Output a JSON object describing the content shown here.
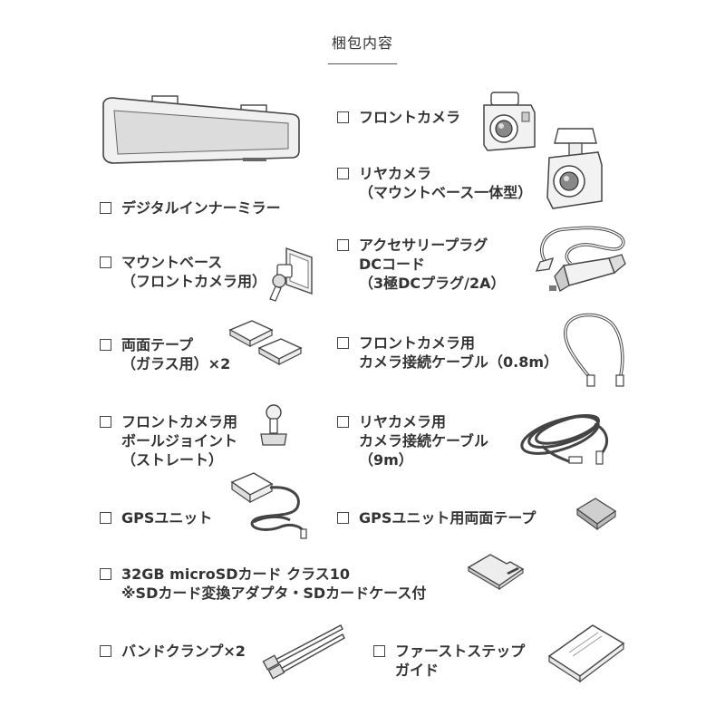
{
  "title": "梱包内容",
  "items": [
    {
      "lines": [
        "デジタルインナーミラー"
      ],
      "icon": "inner-mirror-icon"
    },
    {
      "lines": [
        "フロントカメラ"
      ],
      "icon": "front-camera-icon"
    },
    {
      "lines": [
        "リヤカメラ",
        "（マウントベース一体型）"
      ],
      "icon": "rear-camera-icon"
    },
    {
      "lines": [
        "マウントベース",
        "（フロントカメラ用）"
      ],
      "icon": "mount-base-icon"
    },
    {
      "lines": [
        "アクセサリープラグ",
        "DCコード",
        "（3極DCプラグ/2A）"
      ],
      "icon": "accessory-plug-cord-icon"
    },
    {
      "lines": [
        "両面テープ",
        "（ガラス用）×2"
      ],
      "icon": "double-sided-tape-icon"
    },
    {
      "lines": [
        "フロントカメラ用",
        "カメラ接続ケーブル（0.8m）"
      ],
      "icon": "short-cable-icon"
    },
    {
      "lines": [
        "フロントカメラ用",
        "ボールジョイント",
        "（ストレート）"
      ],
      "icon": "ball-joint-icon"
    },
    {
      "lines": [
        "リヤカメラ用",
        "カメラ接続ケーブル",
        "（9m）"
      ],
      "icon": "long-cable-icon"
    },
    {
      "lines": [
        "GPSユニット"
      ],
      "icon": "gps-unit-icon"
    },
    {
      "lines": [
        "GPSユニット用両面テープ"
      ],
      "icon": "gps-tape-icon"
    },
    {
      "lines": [
        "32GB microSDカード クラス10",
        "※SDカード変換アダプタ・SDカードケース付"
      ],
      "icon": "microsd-card-icon"
    },
    {
      "lines": [
        "バンドクランプ×2"
      ],
      "icon": "band-clamp-icon"
    },
    {
      "lines": [
        "ファーストステップ",
        "ガイド"
      ],
      "icon": "first-step-guide-icon"
    }
  ]
}
